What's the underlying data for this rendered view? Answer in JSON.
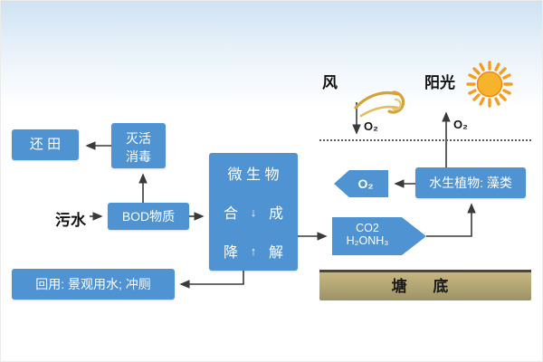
{
  "diagram": {
    "env": {
      "wind_label": "风",
      "sun_label": "阳光",
      "o2_down": "O₂",
      "o2_up": "O₂"
    },
    "boxes": {
      "return_field": "还 田",
      "disinfect_line1": "灭活",
      "disinfect_line2": "消毒",
      "sewage": "污水",
      "bod": "BOD物质",
      "microbe_title": "微 生 物",
      "synth_left": "合",
      "synth_right": "成",
      "degrade_left": "降",
      "degrade_right": "解",
      "reuse": "回用: 景观用水; 冲厕",
      "aquatic": "水生植物: 藻类",
      "pond_bottom": "塘 底"
    },
    "flow_arrows": {
      "o2_pentagon": "O₂",
      "co2_line1": "CO2",
      "co2_line2": "H₂ONH₃"
    },
    "icons": {
      "down_arrow": "↓",
      "up_arrow": "↑"
    },
    "colors": {
      "box_blue": "#4f93d2",
      "pond_top": "#c6b680",
      "pond_dark": "#9d9268",
      "sun_orange": "#f59e1b",
      "wind_gold": "#d4a437",
      "connector": "#3a3a3a"
    }
  }
}
